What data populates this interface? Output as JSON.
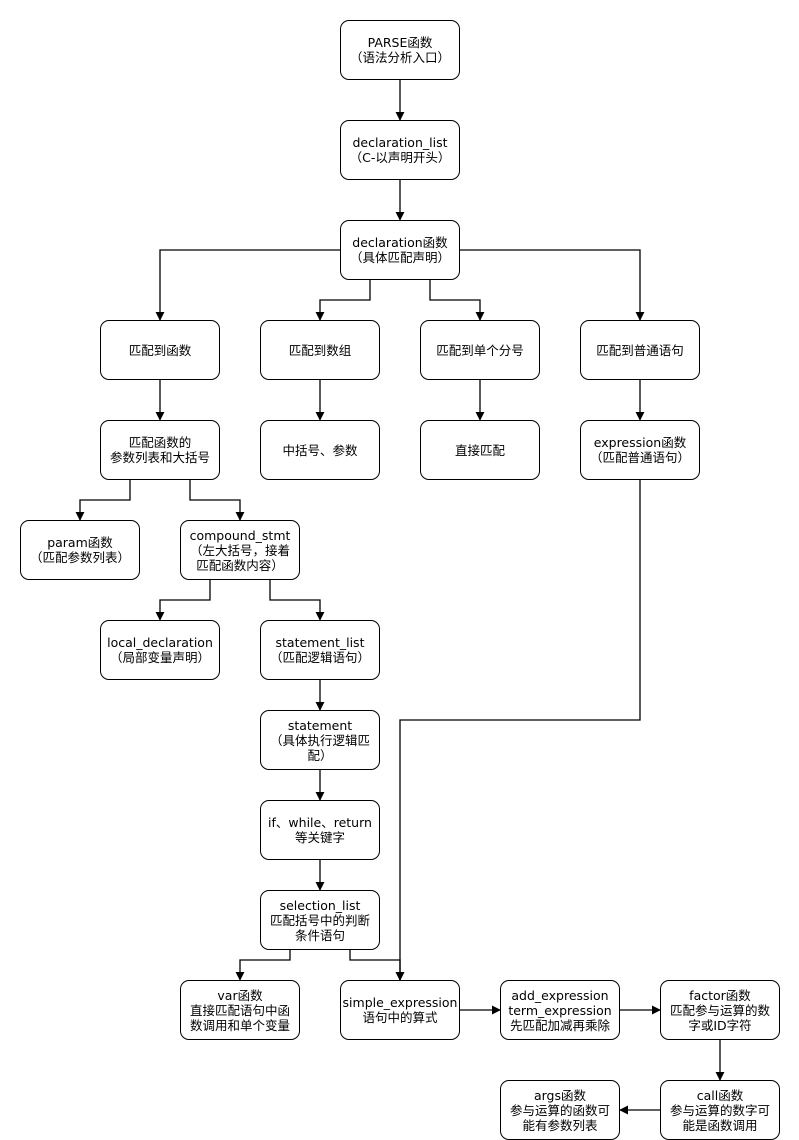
{
  "nodes": {
    "parse": "PARSE函数\n（语法分析入口）",
    "declaration_list": "declaration_list\n（C-以声明开头）",
    "declaration": "declaration函数\n（具体匹配声明）",
    "match_function": "匹配到函数",
    "match_array": "匹配到数组",
    "match_semicolon": "匹配到单个分号",
    "match_statement": "匹配到普通语句",
    "func_params": "匹配函数的\n参数列表和大括号",
    "brackets_params": "中括号、参数",
    "direct_match": "直接匹配",
    "expression": "expression函数\n（匹配普通语句）",
    "param": "param函数\n（匹配参数列表）",
    "compound_stmt": "compound_stmt\n（左大括号，接着\n匹配函数内容）",
    "local_declaration": "local_declaration\n（局部变量声明）",
    "statement_list": "statement_list\n（匹配逻辑语句）",
    "statement": "statement\n（具体执行逻辑匹\n配）",
    "keywords": "if、while、return\n等关键字",
    "selection_list": "selection_list\n匹配括号中的判断\n条件语句",
    "var": "var函数\n直接匹配语句中函\n数调用和单个变量",
    "simple_expression": "simple_expression\n语句中的算式",
    "add_expression": "add_expression\nterm_expression\n先匹配加减再乘除",
    "factor": "factor函数\n匹配参与运算的数\n字或ID字符",
    "args": "args函数\n参与运算的函数可\n能有参数列表",
    "call": "call函数\n参与运算的数字可\n能是函数调用"
  },
  "colors": {
    "stroke": "#000000",
    "fill": "#ffffff"
  }
}
